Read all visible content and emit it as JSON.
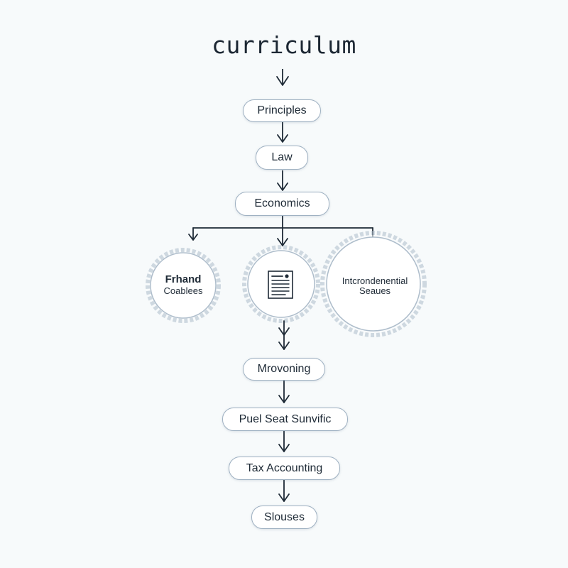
{
  "title": "curriculum",
  "nodes": {
    "principles": "Principles",
    "law": "Law",
    "economics": "Economics",
    "mrovoning": "Mrovoning",
    "puel": "Puel Seat Sunvific",
    "tax": "Tax Accounting",
    "slouses": "Slouses"
  },
  "branches": {
    "left_line1": "Frhand",
    "left_line2": "Coablees",
    "center_icon": "document-icon",
    "right_line1": "Intcrondenential",
    "right_line2": "Seaues"
  },
  "colors": {
    "line": "#1e2a36",
    "node_border": "#9fb1c2",
    "circle_border": "#aebdcb"
  }
}
